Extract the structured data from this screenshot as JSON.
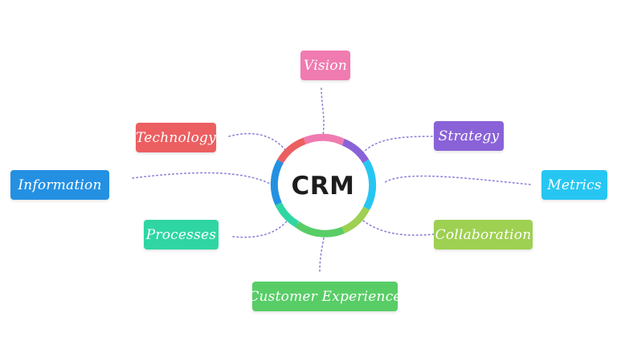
{
  "center": {
    "label": "CRM"
  },
  "nodes": {
    "vision": {
      "label": "Vision",
      "color": "#f07bb0"
    },
    "strategy": {
      "label": "Strategy",
      "color": "#8a62d8"
    },
    "technology": {
      "label": "Technology",
      "color": "#ec5f61"
    },
    "metrics": {
      "label": "Metrics",
      "color": "#27c6f2"
    },
    "information": {
      "label": "Information",
      "color": "#2490e2"
    },
    "collaboration": {
      "label": "Collaboration",
      "color": "#9ed051"
    },
    "processes": {
      "label": "Processes",
      "color": "#2fd6a3"
    },
    "customer_experience": {
      "label": "Customer Experience",
      "color": "#58cd66"
    }
  },
  "ring_colors": [
    "#f07bb0",
    "#8a62d8",
    "#27c6f2",
    "#9ed051",
    "#58cd66",
    "#2fd6a3",
    "#2490e2",
    "#ec5f61"
  ],
  "connector_color": "#8b84d8"
}
